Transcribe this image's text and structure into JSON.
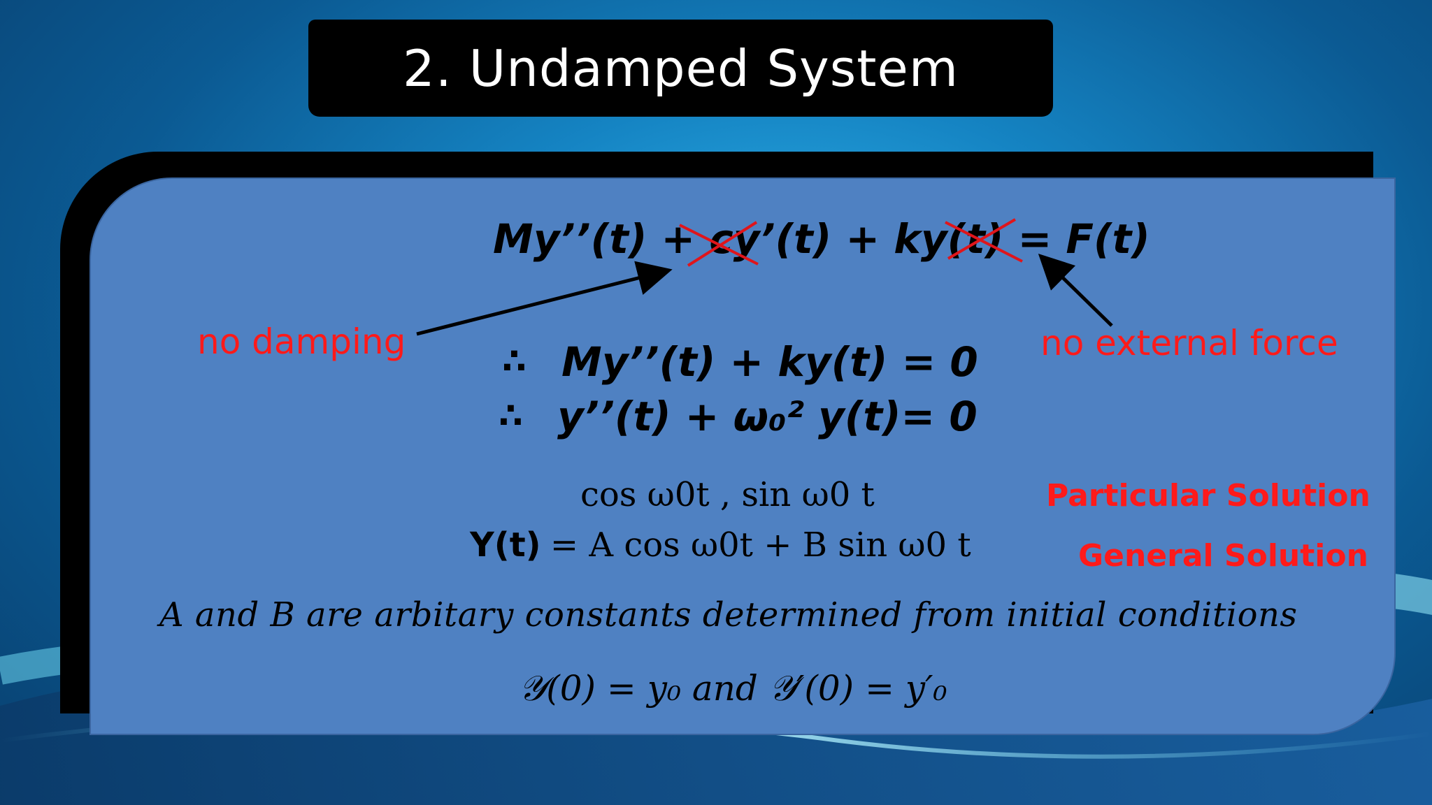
{
  "title": "2. Undamped System",
  "equations": {
    "main": "My’’(t) + cy’(t) + ky(t) = F(t)",
    "reduced_1_symbol": "∴",
    "reduced_1": "My’’(t) + ky(t) = 0",
    "reduced_2_symbol": "∴",
    "reduced_2": "y’’(t) + ω₀² y(t)= 0",
    "particular": "cos ω0t ,  sin ω0 t",
    "general_lhs": "Y(t)",
    "general_rhs": "= A cos ω0t + B sin ω0 t",
    "constants_note": "A and B are arbitary constants determined  from initial conditions",
    "initial_conditions": "𝒴(0) = y₀ and 𝒴′(0) = y′₀"
  },
  "annotations": {
    "no_damping": "no damping",
    "no_external_force": "no external force",
    "particular_label": "Particular Solution",
    "general_label": "General Solution"
  },
  "colors": {
    "panel": "#4f81c2",
    "annotation_red": "#ff1a1a",
    "title_bg": "#000000"
  }
}
